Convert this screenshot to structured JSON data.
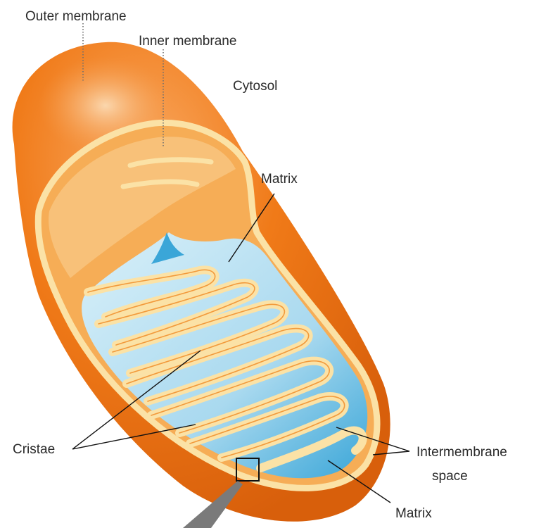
{
  "labels": {
    "outer_membrane": "Outer membrane",
    "inner_membrane": "Inner membrane",
    "cytosol": "Cytosol",
    "matrix_top": "Matrix",
    "cristae": "Cristae",
    "intermembrane_line1": "Intermembrane",
    "intermembrane_line2": "space",
    "matrix_bottom": "Matrix"
  },
  "colors": {
    "outer_orange": "#f07a18",
    "outer_shadow": "#d75f0c",
    "highlight": "#f7b576",
    "membrane_cream": "#fbe2a6",
    "cut_face": "#f6a94e",
    "matrix_blue": "#bfe3f2",
    "matrix_deep": "#3aa6d8"
  }
}
